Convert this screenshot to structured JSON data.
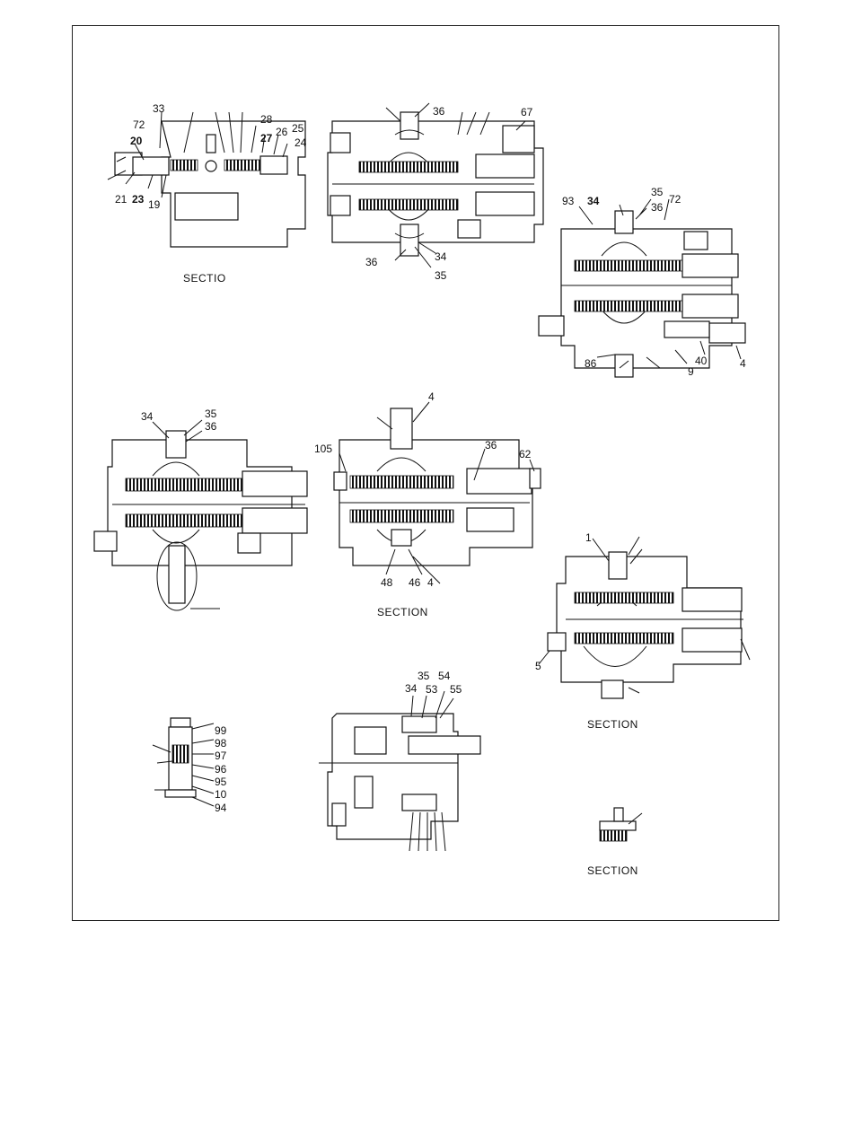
{
  "drawing": {
    "views": [
      {
        "id": "view-1",
        "caption": "SECTIO",
        "labels": [
          "33",
          "72",
          "20",
          "21",
          "23",
          "19",
          "28",
          "27",
          "26",
          "25",
          "24"
        ]
      },
      {
        "id": "view-2",
        "caption": "",
        "labels": [
          "36",
          "67",
          "36",
          "34",
          "35"
        ]
      },
      {
        "id": "view-3",
        "caption": "",
        "labels": [
          "93",
          "34",
          "35",
          "72",
          "36",
          "86",
          "40",
          "9",
          "4"
        ]
      },
      {
        "id": "view-4",
        "caption": "",
        "labels": [
          "34",
          "35",
          "36"
        ]
      },
      {
        "id": "view-5",
        "caption": "SECTION",
        "labels": [
          "4",
          "105",
          "36",
          "62",
          "48",
          "46",
          "4"
        ]
      },
      {
        "id": "view-6",
        "caption": "SECTION",
        "labels": [
          "1",
          "5"
        ]
      },
      {
        "id": "view-7",
        "caption": "",
        "labels": [
          "99",
          "98",
          "97",
          "96",
          "95",
          "10",
          "94"
        ]
      },
      {
        "id": "view-8",
        "caption": "",
        "labels": [
          "35",
          "54",
          "34",
          "53",
          "55"
        ]
      },
      {
        "id": "view-9",
        "caption": "SECTION",
        "labels": []
      }
    ]
  }
}
